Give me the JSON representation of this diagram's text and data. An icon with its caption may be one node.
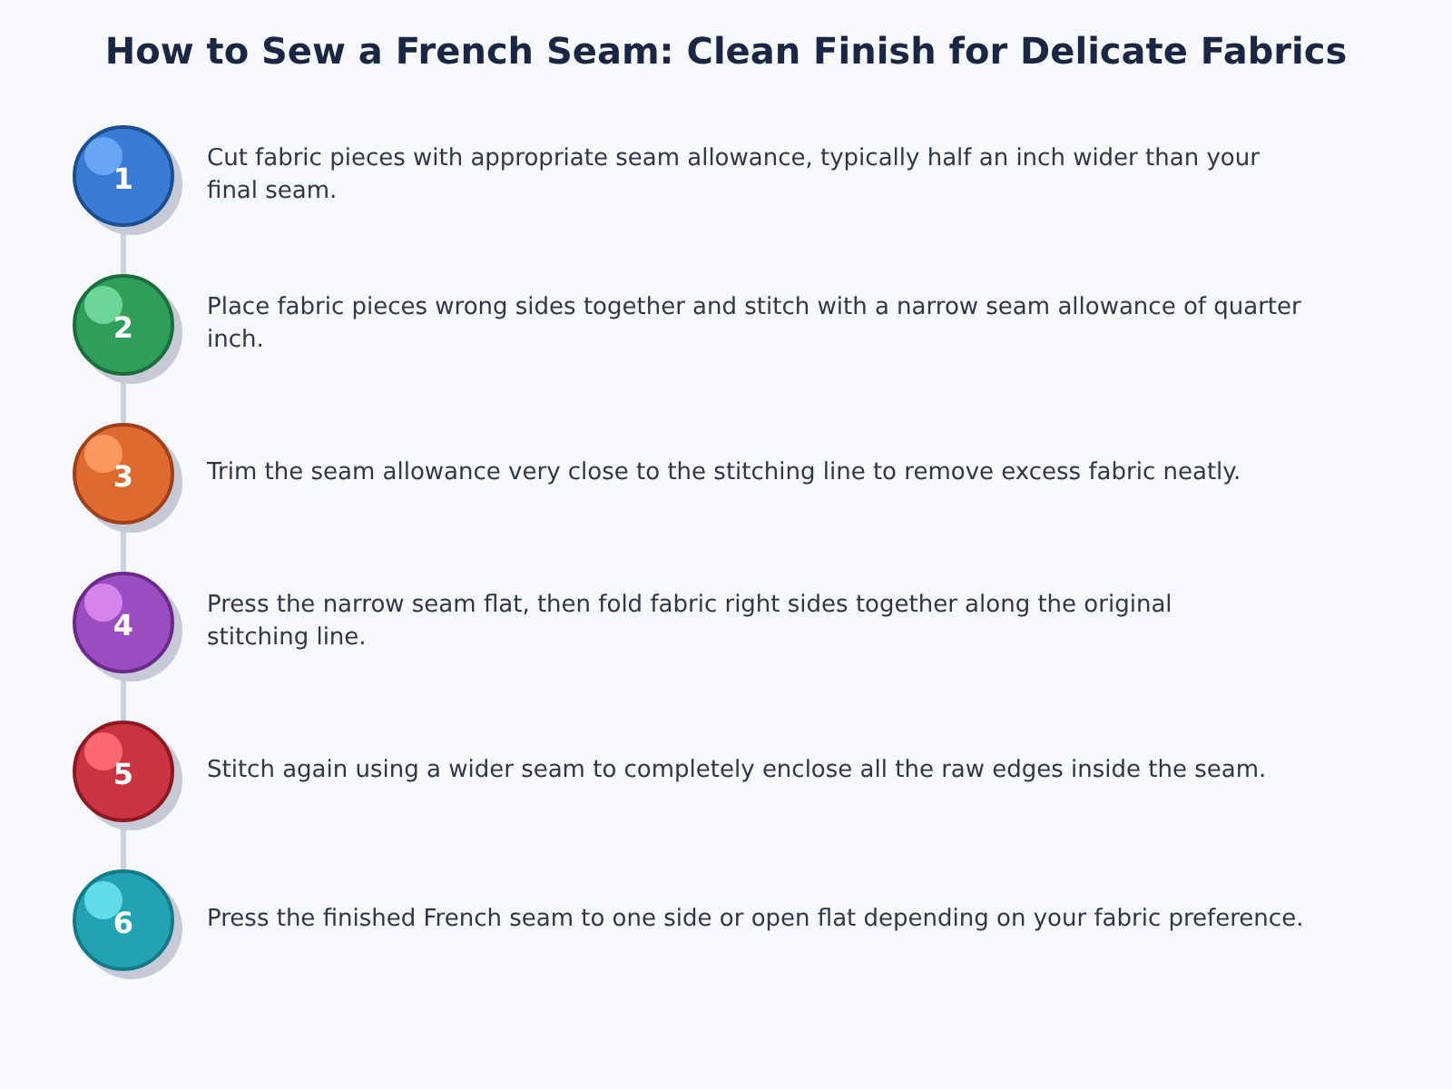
{
  "diagram": {
    "title": "How to Sew a French Seam: Clean Finish for Delicate Fabrics",
    "nodes": [
      {
        "text": [
          "1"
        ],
        "beside": [
          "Cut fabric pieces with appropriate seam allowance, typically half an inch wider than your final seam."
        ]
      },
      {
        "text": [
          "2"
        ],
        "beside": [
          "Place fabric pieces wrong sides together and stitch with a narrow seam allowance of quarter inch."
        ]
      },
      {
        "text": [
          "3"
        ],
        "beside": [
          "Trim the seam allowance very close to the stitching line to remove excess fabric neatly."
        ]
      },
      {
        "text": [
          "4"
        ],
        "beside": [
          "Press the narrow seam flat, then fold fabric right sides together along the original stitching line."
        ]
      },
      {
        "text": [
          "5"
        ],
        "beside": [
          "Stitch again using a wider seam to completely enclose all the raw edges inside the seam."
        ]
      },
      {
        "text": [
          "6"
        ],
        "beside": [
          "Press the finished French seam to one side or open flat depending on your fabric preference."
        ]
      }
    ],
    "edges": [
      {
        "from": 0,
        "to": 1,
        "arrow": "none"
      },
      {
        "from": 1,
        "to": 2,
        "arrow": "none"
      },
      {
        "from": 2,
        "to": 3,
        "arrow": "none"
      },
      {
        "from": 3,
        "to": 4,
        "arrow": "none"
      },
      {
        "from": 4,
        "to": 5,
        "arrow": "none"
      }
    ]
  }
}
